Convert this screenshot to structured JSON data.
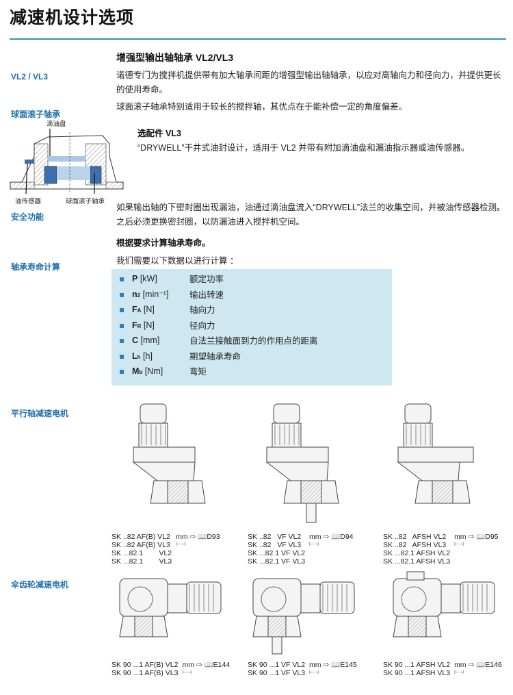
{
  "title": "减速机设计选项",
  "sidebar": {
    "vl": "VL2 / VL3",
    "spherical": "球面滚子轴承",
    "safety": "安全功能",
    "life_calc": "轴承寿命计算",
    "parallel": "平行轴减速电机",
    "bevel": "伞齿轮减速电机"
  },
  "diagram": {
    "drip_tray": "滴油盘",
    "oil_sensor": "油传感器",
    "spherical_bearing": "球面滚子轴承"
  },
  "main": {
    "heading": "增强型输出轴轴承 VL2/VL3",
    "para1": "诺德专门为搅拌机提供带有加大轴承间距的增强型输出轴轴承，以应对高轴向力和径向力，并提供更长的使用寿命。",
    "para2": "球面滚子轴承特别适用于较长的搅拌轴，其优点在于能补偿一定的角度偏差。",
    "option_heading": "选配件 VL3",
    "option_text": "“DRYWELL”干井式油封设计，适用于 VL2 并带有附加滴油盘和漏油指示器或油传感器。",
    "para3": "如果输出轴的下密封圈出现漏油，油通过滴油盘流入“DRYWELL”法兰的收集空间，并被油传感器检测。之后必须更换密封圈，以防漏油进入搅拌机空间。",
    "calc_heading": "根据要求计算轴承寿命。",
    "calc_intro": "我们需要以下数据以进行计算 ："
  },
  "params": [
    {
      "sym": "P",
      "sub": "",
      "unit": "[kW]",
      "desc": "额定功率"
    },
    {
      "sym": "n",
      "sub": "2",
      "unit": "[min⁻¹]",
      "desc": "输出转速"
    },
    {
      "sym": "F",
      "sub": "A",
      "unit": "[N]",
      "desc": "轴向力"
    },
    {
      "sym": "F",
      "sub": "R",
      "unit": "[N]",
      "desc": "径向力"
    },
    {
      "sym": "C",
      "sub": "",
      "unit": "[mm]",
      "desc": "自法兰接触面到力的作用点的距离"
    },
    {
      "sym": "L",
      "sub": "h",
      "unit": "[h]",
      "desc": "期望轴承寿命"
    },
    {
      "sym": "M",
      "sub": "b",
      "unit": "[Nm]",
      "desc": "弯矩"
    }
  ],
  "parallel_models": [
    {
      "caption": "SK ..82 AF(B) VL2\nSK ..82 AF(B) VL3\nSK ...82.1        VL2\nSK ...82.1        VL3",
      "ref": "mm ⇨ 📖D93",
      "dim": "⊢⊣"
    },
    {
      "caption": "SK ..82   VF VL2\nSK ..82   VF VL3\nSK ...82.1 VF VL2\nSK ...82.1 VF VL3",
      "ref": "mm ⇨ 📖D94",
      "dim": "⊢⊣"
    },
    {
      "caption": "SK ..82   AFSH VL2\nSK ..82   AFSH VL3\nSK ...82.1 AFSH VL2\nSK ...82.1 AFSH VL3",
      "ref": "mm ⇨ 📖D95",
      "dim": "⊢⊣"
    }
  ],
  "bevel_models": [
    {
      "caption": "SK 90 ...1 AF(B) VL2\nSK 90 ...1 AF(B) VL3",
      "ref": "mm ⇨ 📖E144",
      "dim": "⊢⊣"
    },
    {
      "caption": "SK 90 ...1 VF VL2\nSK 90 ...1 VF VL3",
      "ref": "mm ⇨ 📖E145",
      "dim": "⊢⊣"
    },
    {
      "caption": "SK 90 ...1 AFSH VL2\nSK 90 ...1 AFSH VL3",
      "ref": "mm ⇨ 📖E146",
      "dim": "⊢⊣"
    }
  ],
  "colors": {
    "accent": "#1f6fae",
    "box": "#cfe7f0",
    "bearing": "#3d6fb0"
  }
}
